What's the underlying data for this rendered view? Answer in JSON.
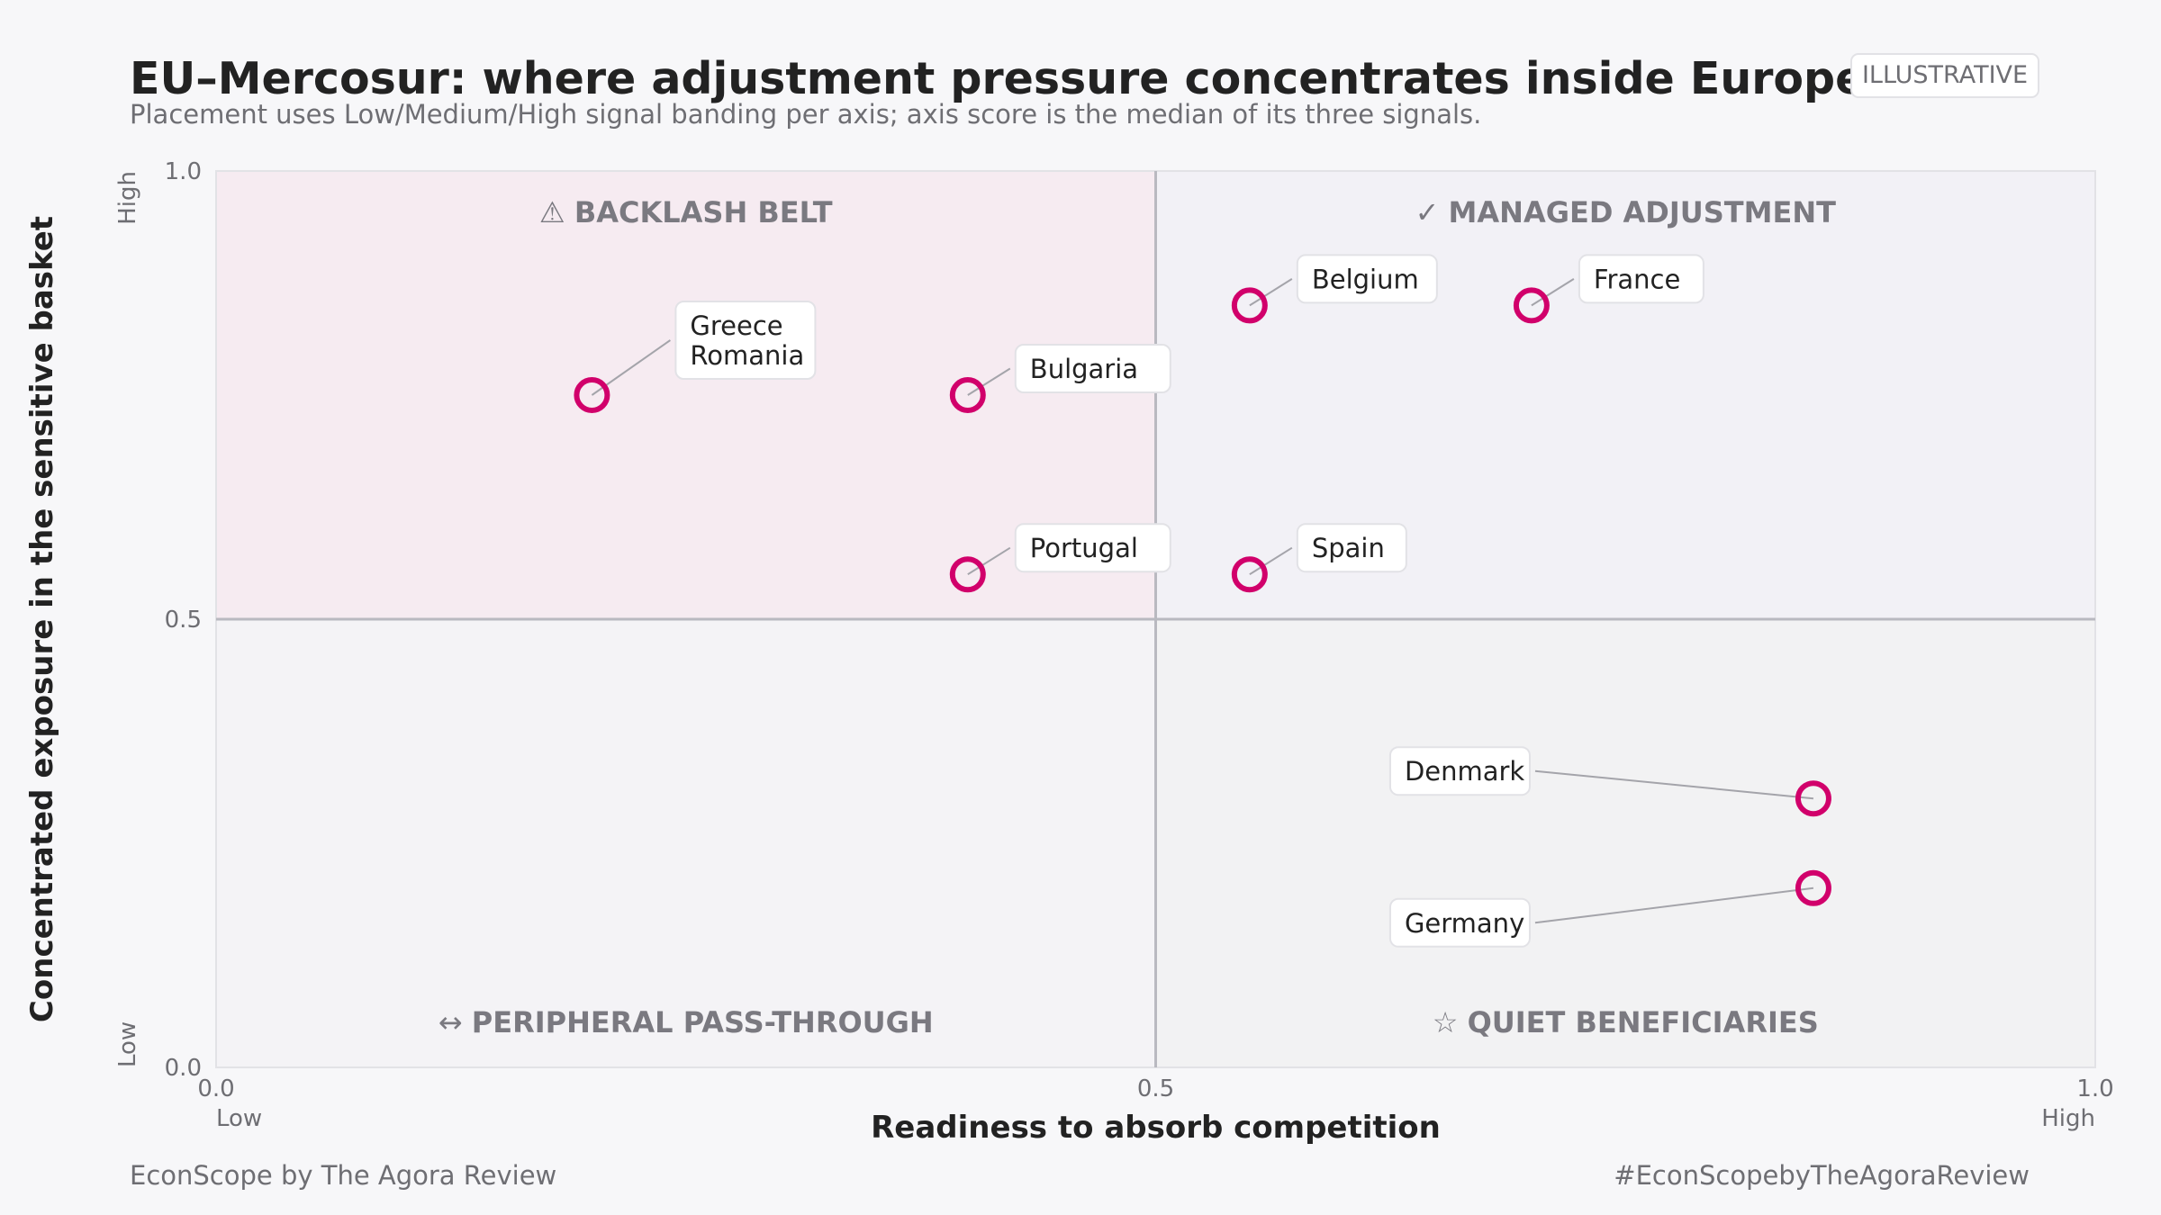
{
  "title": "EU–Mercosur: where adjustment pressure concentrates inside Europe",
  "subtitle": "Placement uses Low/Medium/High signal banding per axis; axis score is the median of its three signals.",
  "badge": "ILLUSTRATIVE",
  "footer": {
    "left": "EconScope by The Agora Review",
    "right": "#EconScopebyTheAgoraReview"
  },
  "colors": {
    "background": "#f7f7f9",
    "marker": "#d1006b",
    "quadrant_top_left": "#f6ebf1",
    "quadrant_top_right": "#f2f1f6",
    "quadrant_bottom_left": "#f4f3f6",
    "quadrant_bottom_right": "#f2f2f3",
    "quadrant_label": "#7a7980"
  },
  "chart_data": {
    "type": "scatter",
    "xlabel": "Readiness to absorb competition",
    "ylabel": "Concentrated exposure in the sensitive basket",
    "xlim": [
      0,
      1
    ],
    "ylim": [
      0,
      1
    ],
    "xticks": [
      "0.0",
      "0.5",
      "1.0"
    ],
    "yticks": [
      "0.0",
      "0.5",
      "1.0"
    ],
    "x_low_label": "Low",
    "x_high_label": "High",
    "y_low_label": "Low",
    "y_high_label": "High",
    "grid": false,
    "quadrants": [
      {
        "icon": "⚠",
        "label": "BACKLASH BELT"
      },
      {
        "icon": "✓",
        "label": "MANAGED ADJUSTMENT"
      },
      {
        "icon": "↔",
        "label": "PERIPHERAL PASS-THROUGH"
      },
      {
        "icon": "☆",
        "label": "QUIET BENEFICIARIES"
      }
    ],
    "points": [
      {
        "label": [
          "Greece",
          "Romania"
        ],
        "x": 0.2,
        "y": 0.75
      },
      {
        "label": [
          "Bulgaria"
        ],
        "x": 0.4,
        "y": 0.75
      },
      {
        "label": [
          "Belgium"
        ],
        "x": 0.55,
        "y": 0.85
      },
      {
        "label": [
          "France"
        ],
        "x": 0.7,
        "y": 0.85
      },
      {
        "label": [
          "Portugal"
        ],
        "x": 0.4,
        "y": 0.55
      },
      {
        "label": [
          "Spain"
        ],
        "x": 0.55,
        "y": 0.55
      },
      {
        "label": [
          "Denmark"
        ],
        "x": 0.85,
        "y": 0.3
      },
      {
        "label": [
          "Germany"
        ],
        "x": 0.85,
        "y": 0.2
      }
    ]
  }
}
